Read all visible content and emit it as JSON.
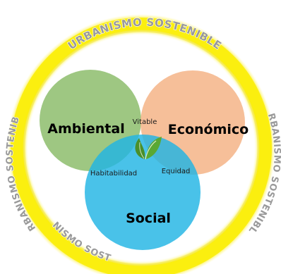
{
  "ring": {
    "text": "URBANISMO SOSTENIBLE",
    "color": "#fbee10"
  },
  "circles": {
    "ambiental": {
      "label": "Ambiental",
      "color": "#70ad47"
    },
    "economico": {
      "label": "Económico",
      "color": "#f4b183"
    },
    "social": {
      "label": "Social",
      "color": "#21b4e4"
    }
  },
  "overlaps": {
    "ambiental_economico": "Vitable",
    "ambiental_social": "Habitabilidad",
    "economico_social": "Equidad"
  },
  "center_icon": "leaf-icon",
  "colors": {
    "leaf": "#4a8f2a"
  }
}
